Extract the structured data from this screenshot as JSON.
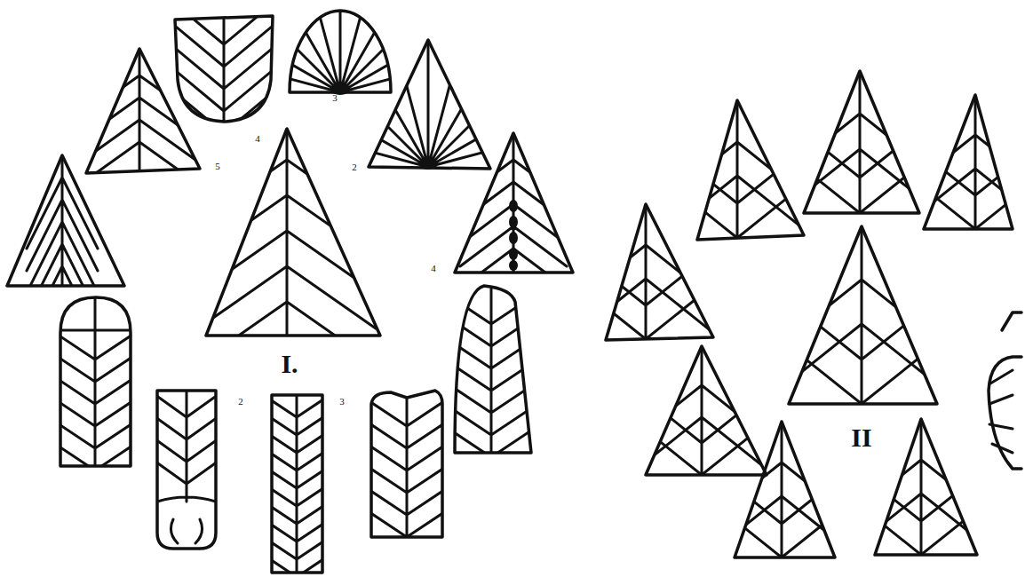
{
  "diagram": {
    "labels": [
      "4",
      "3",
      "5",
      "2",
      "4",
      "2",
      "3",
      "I.",
      "II"
    ]
  }
}
